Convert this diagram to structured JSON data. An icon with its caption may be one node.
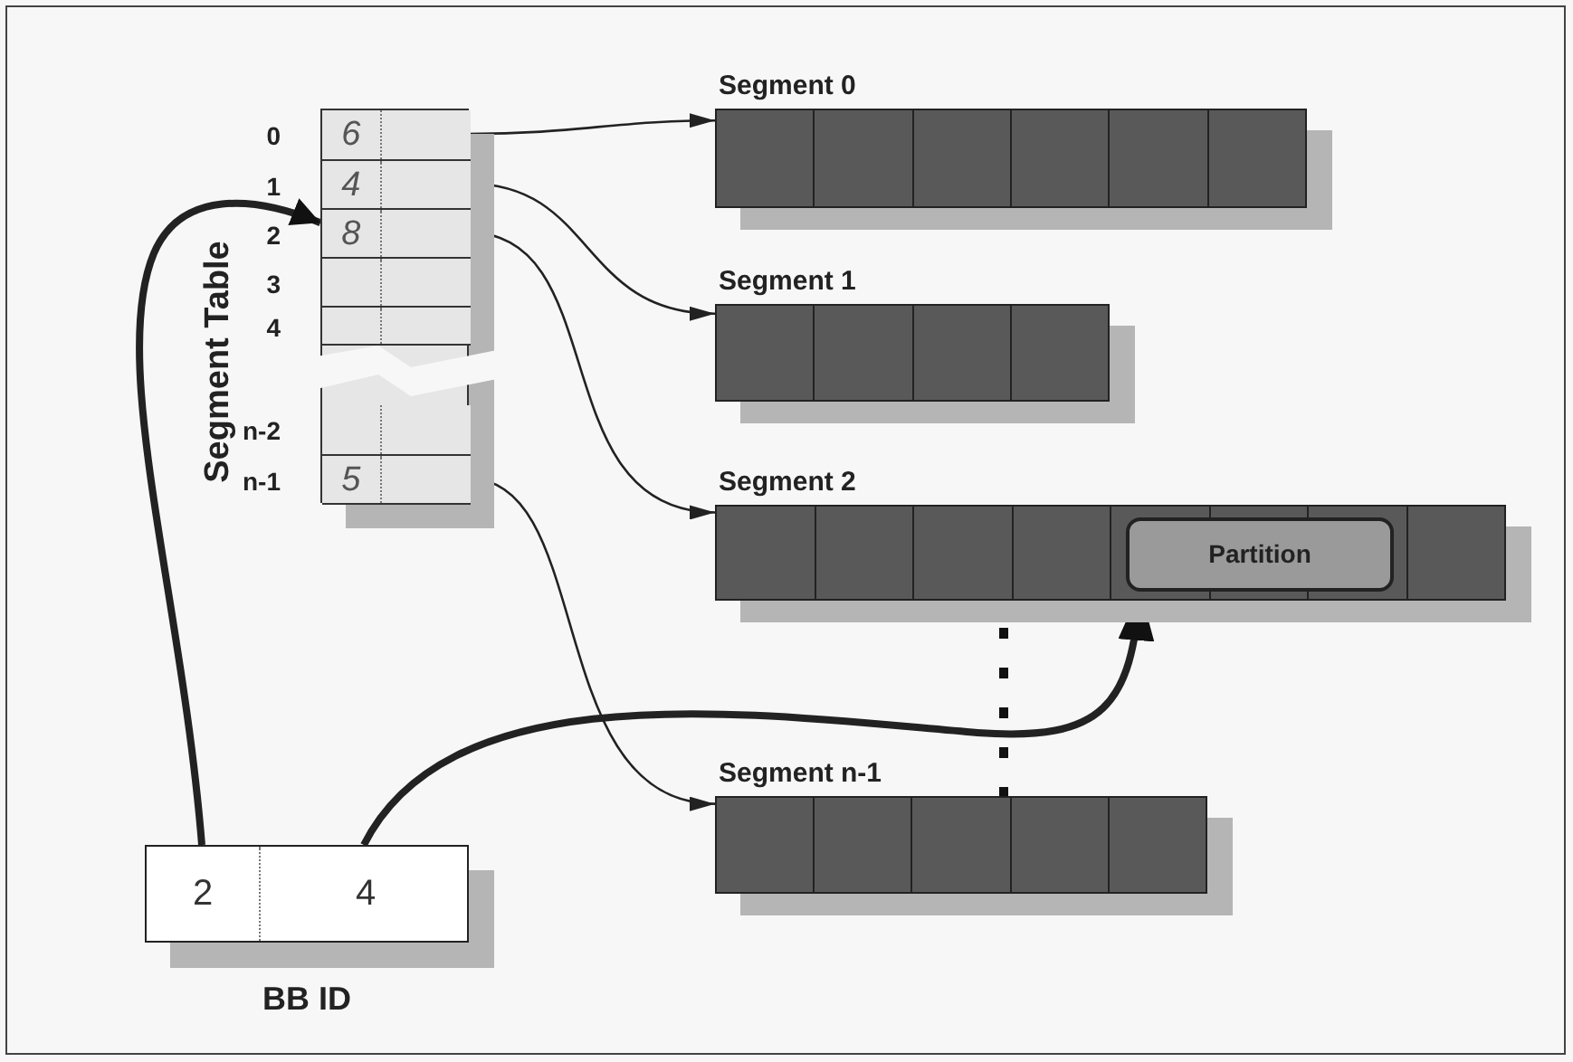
{
  "diagram": {
    "nodes": [
      {
        "text": [
          "Segment Table"
        ]
      },
      {
        "text": [
          "6"
        ],
        "in": 0,
        "beside": [
          "0"
        ]
      },
      {
        "text": [
          "4"
        ],
        "in": 0,
        "beside": [
          "1"
        ]
      },
      {
        "text": [
          "8"
        ],
        "in": 0,
        "beside": [
          "2"
        ]
      },
      {
        "text": [],
        "shape": "box",
        "in": 0,
        "beside": [
          "3"
        ]
      },
      {
        "text": [],
        "shape": "box",
        "in": 0,
        "beside": [
          "4"
        ]
      },
      {
        "text": [],
        "shape": "box",
        "in": 0,
        "beside": [
          "n-2"
        ]
      },
      {
        "text": [
          "5"
        ],
        "in": 0,
        "beside": [
          "n-1"
        ]
      },
      {
        "text": [
          "Segment 0"
        ]
      },
      {
        "text": [
          "Segment 1"
        ]
      },
      {
        "text": [
          "Segment 2"
        ]
      },
      {
        "text": [
          "Partition"
        ],
        "in": 10
      },
      {
        "text": [
          "Segment n-1"
        ]
      },
      {
        "text": [
          "BB ID"
        ]
      },
      {
        "text": [
          "2"
        ],
        "in": 13
      },
      {
        "text": [
          "4"
        ],
        "in": 13
      }
    ],
    "edges": [
      {
        "from": 1,
        "to": 8,
        "arrow": "to"
      },
      {
        "from": 2,
        "to": 9,
        "arrow": "to"
      },
      {
        "from": 3,
        "to": 10,
        "arrow": "to"
      },
      {
        "from": 7,
        "to": 12,
        "arrow": "to"
      },
      {
        "from": 14,
        "to": 3,
        "arrow": "to",
        "style": "thick"
      },
      {
        "from": 15,
        "to": 11,
        "arrow": "to",
        "style": "thick"
      }
    ]
  }
}
